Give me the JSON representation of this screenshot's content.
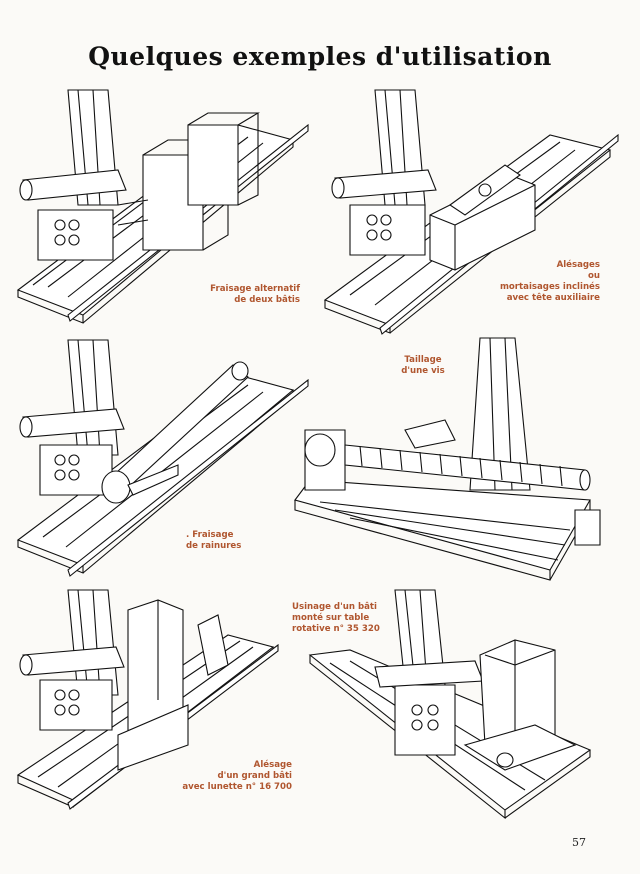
{
  "title": "Quelques exemples d'utilisation",
  "captions": {
    "c1": [
      "Fraisage alternatif",
      "de deux bâtis"
    ],
    "c2": [
      "Alésages",
      "ou",
      "mortaisages inclinés",
      "avec tête auxiliaire"
    ],
    "c3": [
      ". Fraisage",
      "de rainures"
    ],
    "c4": [
      "Taillage",
      "d'une vis"
    ],
    "c5": [
      "Usinage d'un bâti",
      "monté sur table",
      "rotative n° 35 320"
    ],
    "c6": [
      "Alésage",
      "d'un grand bâti",
      "avec lunette n° 16 700"
    ]
  },
  "page_number": "57",
  "colors": {
    "caption": "#b0562f",
    "ink": "#111111"
  }
}
